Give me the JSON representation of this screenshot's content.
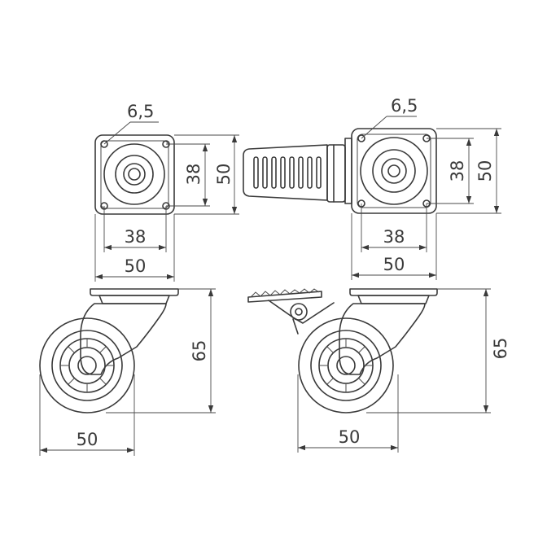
{
  "dimensions": {
    "top_left_hole": "6,5",
    "top_left_vertical_inner": "38",
    "top_left_vertical_outer": "50",
    "top_left_horizontal_inner": "38",
    "top_left_horizontal_outer": "50",
    "top_right_hole": "6,5",
    "top_right_vertical_inner": "38",
    "top_right_vertical_outer": "50",
    "top_right_horizontal_inner": "38",
    "top_right_horizontal_outer": "50",
    "side_left_height": "65",
    "side_left_width": "50",
    "side_right_height": "65",
    "side_right_width": "50"
  }
}
